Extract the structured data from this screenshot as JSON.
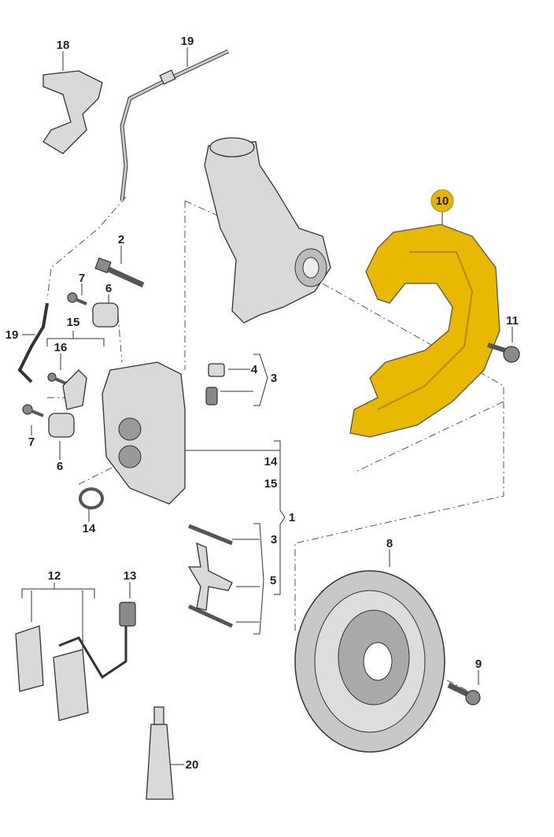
{
  "title": "Front brake assembly exploded parts diagram",
  "colors": {
    "highlight": "#e8b800",
    "highlight_circle": "#e8b400",
    "part": "#d9d9d9"
  },
  "labels": {
    "l18": "18",
    "l19a": "19",
    "l10": "10",
    "l2": "2",
    "l7a": "7",
    "l6a": "6",
    "l19b": "19",
    "l15a": "15",
    "l16": "16",
    "l11": "11",
    "l4": "4",
    "l3a": "3",
    "l7b": "7",
    "l6b": "6",
    "l14a": "14",
    "l15b": "15",
    "l1": "1",
    "l14b": "14",
    "l3b": "3",
    "l8": "8",
    "l5": "5",
    "l12": "12",
    "l13": "13",
    "l9": "9",
    "l20": "20"
  }
}
